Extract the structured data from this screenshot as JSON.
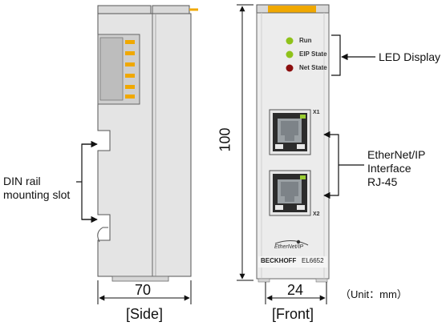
{
  "side_view": {
    "dimension": "70",
    "caption": "[Side]",
    "annotation_line1": "DIN rail",
    "annotation_line2": "mounting slot"
  },
  "front_view": {
    "height_dimension": "100",
    "width_dimension": "24",
    "caption": "[Front]",
    "unit_note": "（Unit：mm）",
    "leds": [
      {
        "label": "Run",
        "color": "#8fc21a"
      },
      {
        "label": "EIP State",
        "color": "#8fc21a"
      },
      {
        "label": "Net State",
        "color": "#8b0e0e"
      }
    ],
    "led_annotation": "LED Display",
    "port_labels": [
      "X1",
      "X2"
    ],
    "port_annotation_line1": "EtherNet/IP",
    "port_annotation_line2": "Interface",
    "port_annotation_line3": "RJ-45",
    "logo_text": "EtherNet/IP",
    "brand": "BECKHOFF",
    "model": "EL6652"
  },
  "colors": {
    "housing": "#e3e3e3",
    "housing_light": "#eeeeee",
    "outline": "#555555",
    "accent_orange": "#f0a800",
    "port_dark": "#2c2c2c"
  }
}
